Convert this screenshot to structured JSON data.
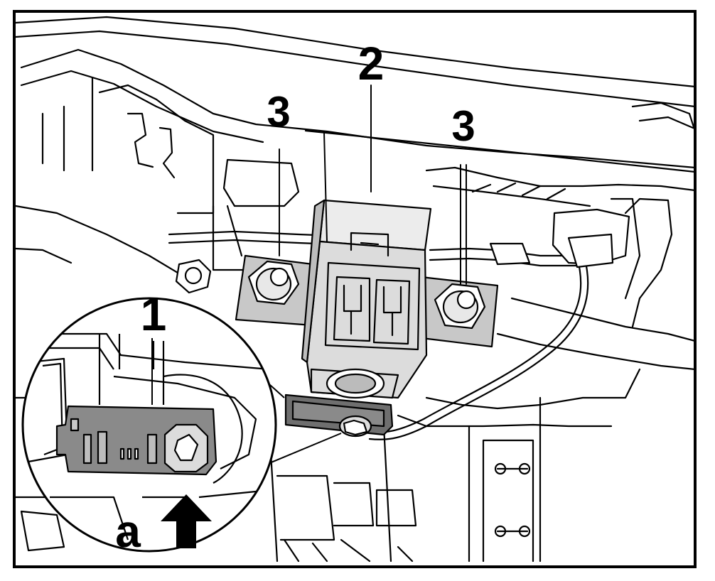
{
  "callouts": {
    "part_1": "1",
    "part_2": "2",
    "part_3_left": "3",
    "part_3_right": "3",
    "detail_a": "a"
  },
  "colors": {
    "line": "#000000",
    "background": "#ffffff",
    "component_fill": "#dcdcdc",
    "bracket_fill": "#c8c8c8",
    "connector_fill": "#8a8a8a",
    "dark_fill": "#6f6f6f"
  }
}
